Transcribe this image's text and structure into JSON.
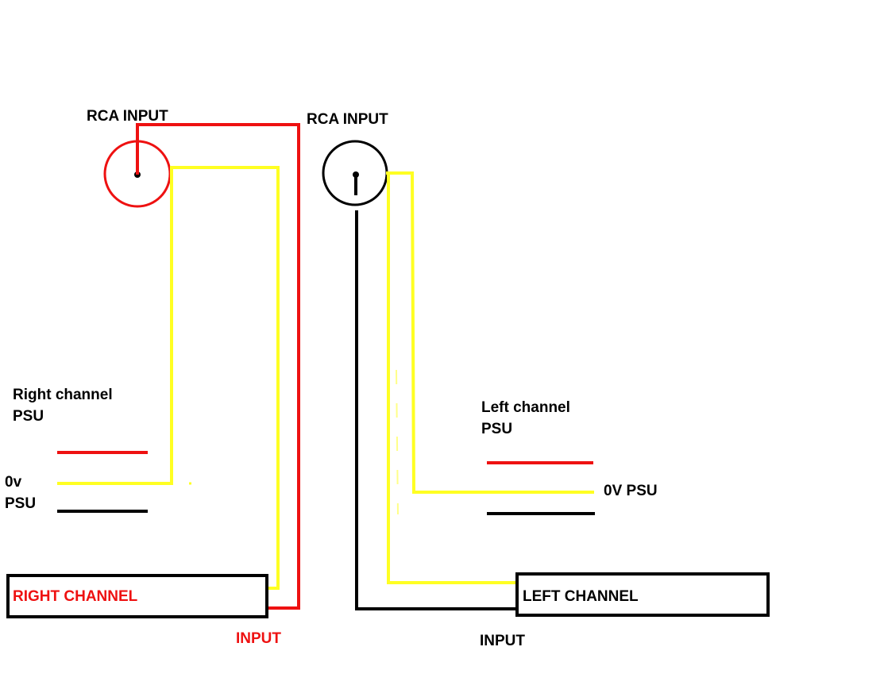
{
  "labels": {
    "rca_right": "RCA INPUT",
    "rca_left": "RCA INPUT",
    "right_psu_line1": "Right channel",
    "right_psu_line2": "PSU",
    "zero_v_line1": "0v",
    "zero_v_line2": "PSU",
    "left_psu_line1": "Left channel",
    "left_psu_line2": "PSU",
    "zero_v_left": "0V PSU",
    "right_channel": "RIGHT CHANNEL",
    "left_channel": "LEFT CHANNEL",
    "input_right": "INPUT",
    "input_left": "INPUT"
  },
  "colors": {
    "signal": "#ee1111",
    "ground": "#ffff22",
    "black": "#000000",
    "right_label": "#ee1111"
  }
}
